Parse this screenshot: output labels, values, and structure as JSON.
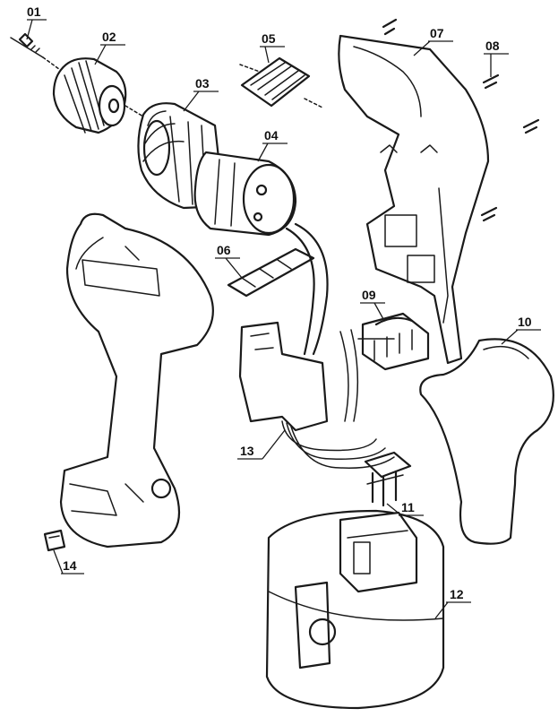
{
  "parts": [
    {
      "id": "01",
      "label": "01"
    },
    {
      "id": "02",
      "label": "02"
    },
    {
      "id": "03",
      "label": "03"
    },
    {
      "id": "04",
      "label": "04"
    },
    {
      "id": "05",
      "label": "05"
    },
    {
      "id": "06",
      "label": "06"
    },
    {
      "id": "07",
      "label": "07"
    },
    {
      "id": "08",
      "label": "08"
    },
    {
      "id": "09",
      "label": "09"
    },
    {
      "id": "10",
      "label": "10"
    },
    {
      "id": "11",
      "label": "11"
    },
    {
      "id": "12",
      "label": "12"
    },
    {
      "id": "13",
      "label": "13"
    },
    {
      "id": "14",
      "label": "14"
    }
  ],
  "colors": {
    "line": "#1a1a1a",
    "background": "#ffffff"
  }
}
